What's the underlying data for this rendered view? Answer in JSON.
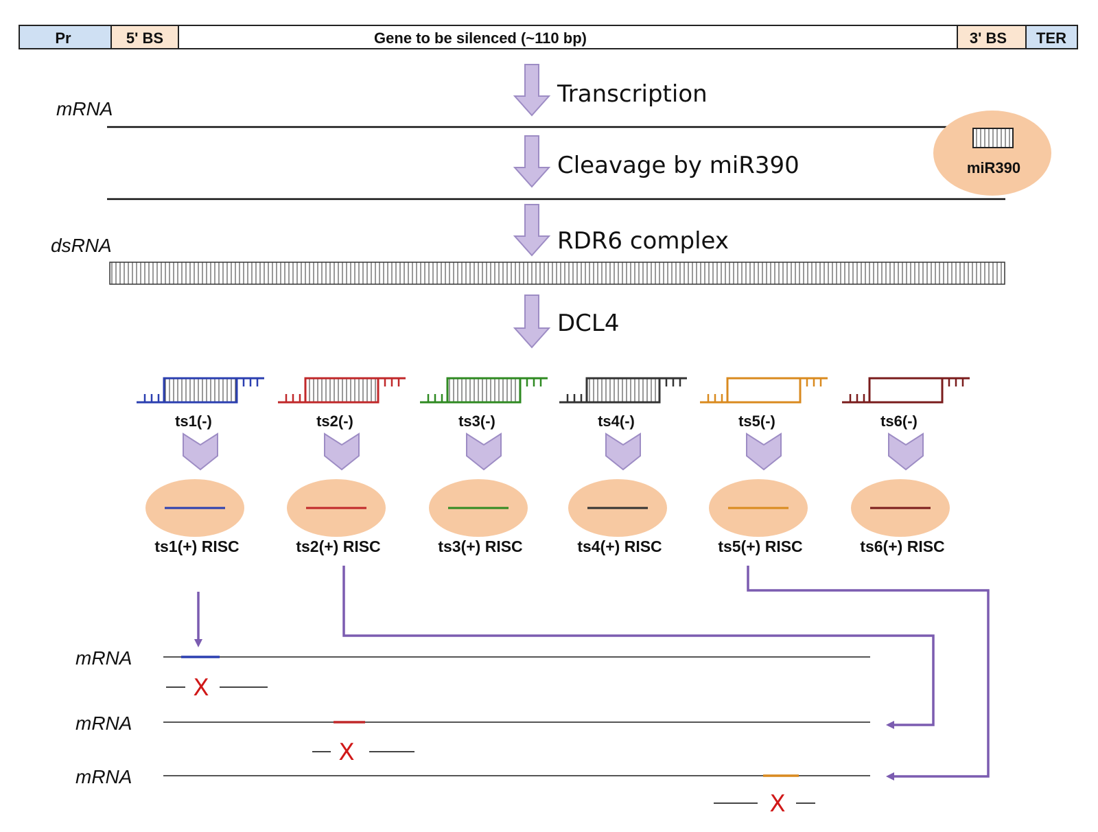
{
  "construct": {
    "promoter": "Pr",
    "bs5": "5' BS",
    "gene": "Gene to be silenced (~110 bp)",
    "bs3": "3' BS",
    "terminator": "TER"
  },
  "steps": {
    "transcription": "Transcription",
    "cleavage": "Cleavage by miR390",
    "rdr6": "RDR6 complex",
    "dcl4": "DCL4"
  },
  "labels": {
    "mrna": "mRNA",
    "dsrna": "dsRNA",
    "mir390": "miR390"
  },
  "tasirnas": [
    {
      "minus": "ts1(-)",
      "plus": "ts1(+) RISC",
      "color": "#2b3fb0"
    },
    {
      "minus": "ts2(-)",
      "plus": "ts2(+) RISC",
      "color": "#c0282a"
    },
    {
      "minus": "ts3(-)",
      "plus": "ts3(+) RISC",
      "color": "#2f8a22"
    },
    {
      "minus": "ts4(-)",
      "plus": "ts4(+) RISC",
      "color": "#333333"
    },
    {
      "minus": "ts5(-)",
      "plus": "ts5(+) RISC",
      "color": "#d98a1f"
    },
    {
      "minus": "ts6(-)",
      "plus": "ts6(+) RISC",
      "color": "#7a1c1c"
    }
  ],
  "targets": [
    {
      "label": "mRNA",
      "site_color": "#2b3fb0"
    },
    {
      "label": "mRNA",
      "site_color": "#c0282a"
    },
    {
      "label": "mRNA",
      "site_color": "#d98a1f"
    }
  ],
  "cleavage_mark": "X",
  "colors": {
    "promoter_fill": "#cfe0f3",
    "bs_fill": "#fbe5d0",
    "risc_fill": "#f7c9a2",
    "arrow_fill": "#cbbde3",
    "arrow_stroke": "#9d8cc4",
    "pathway": "#7b5cb0",
    "cleave": "#d01818"
  }
}
